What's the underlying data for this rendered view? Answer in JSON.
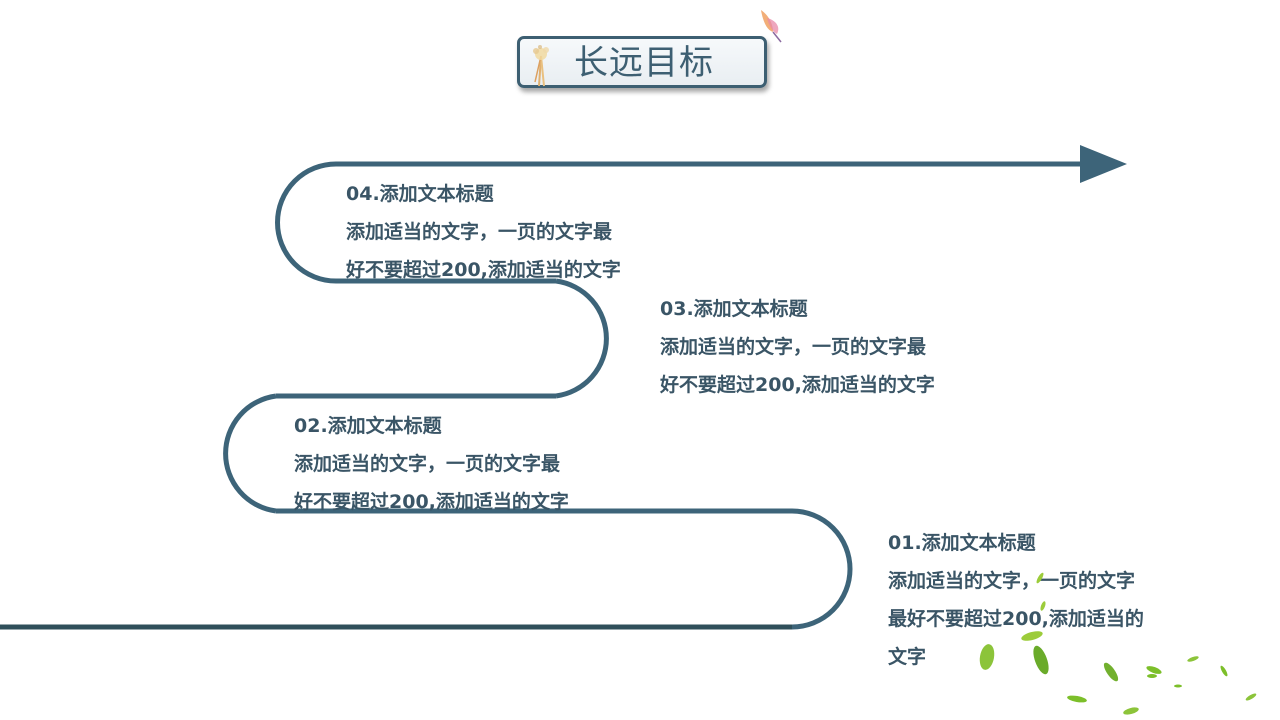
{
  "title": {
    "text": "长远目标",
    "icon_left": "flower-icon",
    "icon_corner": "butterfly-icon"
  },
  "colors": {
    "path_line": "#3d6479",
    "bottom_line": "#2f4f5a",
    "text": "#3a5566",
    "title_border": "#3d5f72",
    "leaf": "#7cbf2a"
  },
  "steps": [
    {
      "number": "01",
      "heading": "01.添加文本标题",
      "body": "添加适当的文字，一页的文字\n最好不要超过200,添加适当的\n文字"
    },
    {
      "number": "02",
      "heading": "02.添加文本标题",
      "body": "添加适当的文字，一页的文字最\n好不要超过200,添加适当的文字"
    },
    {
      "number": "03",
      "heading": "03.添加文本标题",
      "body": "添加适当的文字，一页的文字最\n好不要超过200,添加适当的文字"
    },
    {
      "number": "04",
      "heading": "04.添加文本标题",
      "body": "添加适当的文字，一页的文字最\n好不要超过200,添加适当的文字"
    }
  ],
  "decorations": {
    "arrow": "arrow-right-icon",
    "leaves": "falling-leaves"
  }
}
